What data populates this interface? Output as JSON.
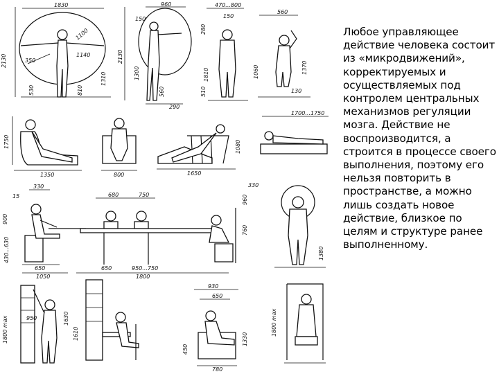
{
  "caption": {
    "text": "Любое управляющее действие человека состоит из «микродвижений», корректируемых и осуществляемых под контролем центральных механизмов регуляции мозга. Действие не воспроизводится, а строится в процессе своего выполнения, поэтому его нельзя повторить в пространстве, а можно лишь создать новое действие, близкое по целям и структуре ранее выполненному."
  },
  "figure": {
    "dims": {
      "d1830": "1830",
      "d1100": "1100",
      "d1140": "1140",
      "d2130a": "2130",
      "d350": "350",
      "d530": "530",
      "d810": "810",
      "d1310": "1310",
      "d960": "960",
      "d2130b": "2130",
      "d150a": "150",
      "d1300": "1300",
      "d560": "560",
      "d290": "290",
      "d470": "470...800",
      "d150b": "150",
      "d280": "280",
      "d1810": "1810",
      "d510": "510",
      "d560b": "560",
      "d1370": "1370",
      "d130": "130",
      "d1060": "1060",
      "d1750": "1750",
      "d1350": "1350",
      "d800": "800",
      "d1650": "1650",
      "d1080": "1080",
      "d1700": "1700...1750",
      "d330": "330",
      "d15": "15",
      "d900": "900",
      "d430": "430...630",
      "d650": "650",
      "d1050": "1050",
      "d680": "680",
      "d750": "750",
      "d650b": "650",
      "d950": "950...750",
      "d1800": "1800",
      "d330b": "330",
      "d960b": "960",
      "d760": "760",
      "d1380": "1380",
      "d1800max": "1800 max",
      "d1630": "1630",
      "d950b": "950",
      "d1610": "1610",
      "d930": "930",
      "d650c": "650",
      "d450": "450",
      "d1330": "1330",
      "d780": "780",
      "d1800max2": "1800 max"
    }
  },
  "colors": {
    "ink": "#111111",
    "background": "#ffffff"
  }
}
